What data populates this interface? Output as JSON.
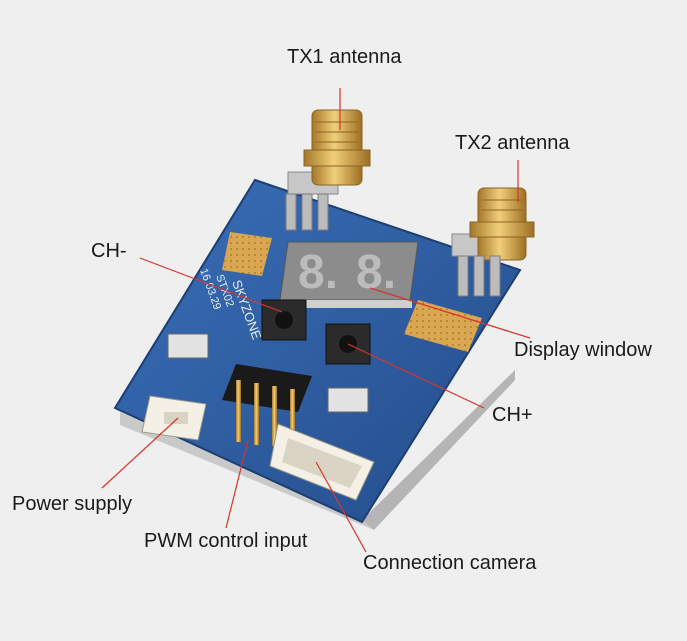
{
  "labels": {
    "tx1": "TX1 antenna",
    "tx2": "TX2 antenna",
    "ch_minus": "CH-",
    "display": "Display window",
    "ch_plus": "CH+",
    "power": "Power supply",
    "pwm": "PWM control input",
    "camera": "Connection camera"
  },
  "board_print": {
    "brand": "SKYZONE",
    "model": "STX02",
    "date": "16.03.29"
  },
  "display_digits": [
    "8.",
    "8."
  ],
  "colors": {
    "background": "#efefef",
    "pcb": "#2f5fa3",
    "leader": "#d8342c",
    "gold": "#d8a94a"
  }
}
